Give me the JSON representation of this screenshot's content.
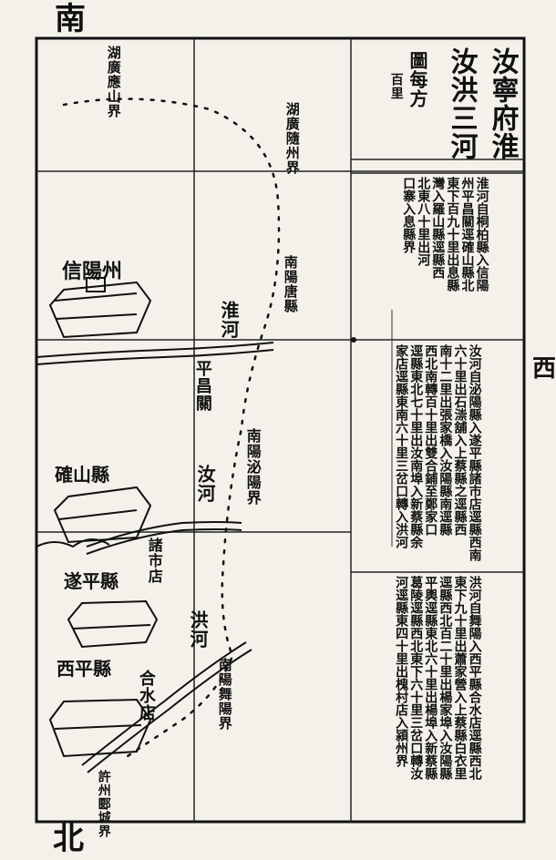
{
  "directions": {
    "top": "南",
    "bottom": "北",
    "right": "西"
  },
  "title": {
    "main": "汝寧府淮",
    "second": "汝洪三河",
    "scale": "圖每方",
    "scale_sub": "百里"
  },
  "map_labels": {
    "huguang_ying": "湖廣應山界",
    "huguang_sui": "湖廣隨州界",
    "nanyang_tang": "南陽唐縣",
    "xinyang": "信陽州",
    "huai_river": "淮河",
    "pingchang_guan": "平昌關",
    "nanyang_biyang": "南陽泌陽界",
    "queshan": "確山縣",
    "ru_river": "汝河",
    "zhushi_dian": "諸市店",
    "suiping": "遂平縣",
    "hong_river": "洪河",
    "xiping": "西平縣",
    "heshui_dian": "合水店",
    "nanyang_wuyang": "南陽舞陽界",
    "xu_yancheng": "許州郾城界"
  },
  "text_columns": [
    {
      "id": "huai",
      "lines": [
        "淮河自桐柏縣入信陽",
        "州平昌關逕確山縣北",
        "東下百九十里出息縣",
        "灣入羅山縣逕縣西",
        "北東八十里出河",
        "口寨入息縣界"
      ]
    },
    {
      "id": "ru",
      "lines": [
        "汝河自泌陽縣入遂平縣諸市店逕縣西南",
        "六十里出石漴舖入上蔡縣之逕縣西",
        "南十二里出張家橋入汝陽縣南逕縣",
        "西北南轉百十里出雙合鋪至鄭家口",
        "逕縣東北七十里出汝南埠入新蔡縣余",
        "家店逕縣東南六十里三岔口轉入洪河"
      ]
    },
    {
      "id": "hong",
      "lines": [
        "洪河自舞陽入西平縣合水店逕縣西北",
        "東下九十里出蕭家營入上蔡縣白衣里",
        "逕縣西北百二十里出楊家埠入汝陽縣",
        "平輿逕縣東北六十里出楊埠入新蔡縣",
        "葛陵逕縣西北東下六十里三岔口轉汝",
        "河逕縣東四十里出槐村店入潁州界"
      ]
    }
  ],
  "colors": {
    "paper": "#f4f1ea",
    "ink": "#111111"
  }
}
